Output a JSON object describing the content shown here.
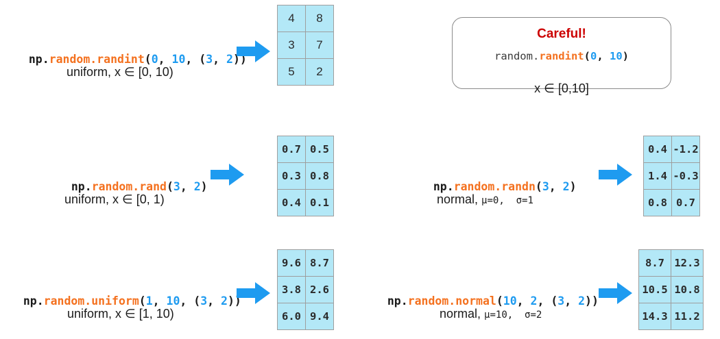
{
  "colors": {
    "module_orange": "#F4711F",
    "number_blue": "#1E9BF0",
    "arrow_blue": "#1E9BF0",
    "cell_fill": "#B3E8F7",
    "cell_border": "#9E9E9E",
    "careful_red": "#CC0000",
    "text_dark": "#1A1A1A"
  },
  "rows": [
    {
      "id": "randint",
      "code": {
        "np": "np.",
        "module": "random.",
        "fn": "randint",
        "open": "(",
        "args": [
          {
            "text": "0",
            "kind": "num"
          },
          {
            "text": ", ",
            "kind": "paren"
          },
          {
            "text": "10",
            "kind": "num"
          },
          {
            "text": ", ",
            "kind": "paren"
          },
          {
            "text": "(",
            "kind": "paren"
          },
          {
            "text": "3",
            "kind": "num"
          },
          {
            "text": ", ",
            "kind": "paren"
          },
          {
            "text": "2",
            "kind": "num"
          },
          {
            "text": ")",
            "kind": "paren"
          }
        ],
        "close": ")"
      },
      "caption": "uniform, x ∈ [0, 10)",
      "matrix": [
        [
          "4",
          "8"
        ],
        [
          "3",
          "7"
        ],
        [
          "5",
          "2"
        ]
      ],
      "arrow": "right-arrow"
    },
    {
      "id": "rand",
      "code": {
        "np": "np.",
        "module": "random.",
        "fn": "rand",
        "open": "(",
        "args": [
          {
            "text": "3",
            "kind": "num"
          },
          {
            "text": ", ",
            "kind": "paren"
          },
          {
            "text": "2",
            "kind": "num"
          }
        ],
        "close": ")"
      },
      "caption": "uniform, x ∈ [0, 1)",
      "matrix": [
        [
          "0.7",
          "0.5"
        ],
        [
          "0.3",
          "0.8"
        ],
        [
          "0.4",
          "0.1"
        ]
      ],
      "arrow": "right-arrow"
    },
    {
      "id": "randn",
      "code": {
        "np": "np.",
        "module": "random.",
        "fn": "randn",
        "open": "(",
        "args": [
          {
            "text": "3",
            "kind": "num"
          },
          {
            "text": ", ",
            "kind": "paren"
          },
          {
            "text": "2",
            "kind": "num"
          }
        ],
        "close": ")"
      },
      "caption_prefix": "normal, ",
      "caption_greek": "μ=0,  σ=1",
      "matrix": [
        [
          "0.4",
          "-1.2"
        ],
        [
          "1.4",
          "-0.3"
        ],
        [
          "0.8",
          "0.7"
        ]
      ],
      "arrow": "right-arrow"
    },
    {
      "id": "uniform",
      "code": {
        "np": "np.",
        "module": "random.",
        "fn": "uniform",
        "open": "(",
        "args": [
          {
            "text": "1",
            "kind": "num"
          },
          {
            "text": ", ",
            "kind": "paren"
          },
          {
            "text": "10",
            "kind": "num"
          },
          {
            "text": ", ",
            "kind": "paren"
          },
          {
            "text": "(",
            "kind": "paren"
          },
          {
            "text": "3",
            "kind": "num"
          },
          {
            "text": ", ",
            "kind": "paren"
          },
          {
            "text": "2",
            "kind": "num"
          },
          {
            "text": ")",
            "kind": "paren"
          }
        ],
        "close": ")"
      },
      "caption": "uniform, x ∈ [1, 10)",
      "matrix": [
        [
          "9.6",
          "8.7"
        ],
        [
          "3.8",
          "2.6"
        ],
        [
          "6.0",
          "9.4"
        ]
      ],
      "arrow": "right-arrow"
    },
    {
      "id": "normal",
      "code": {
        "np": "np.",
        "module": "random.",
        "fn": "normal",
        "open": "(",
        "args": [
          {
            "text": "10",
            "kind": "num"
          },
          {
            "text": ", ",
            "kind": "paren"
          },
          {
            "text": "2",
            "kind": "num"
          },
          {
            "text": ", ",
            "kind": "paren"
          },
          {
            "text": "(",
            "kind": "paren"
          },
          {
            "text": "3",
            "kind": "num"
          },
          {
            "text": ", ",
            "kind": "paren"
          },
          {
            "text": "2",
            "kind": "num"
          },
          {
            "text": ")",
            "kind": "paren"
          }
        ],
        "close": ")"
      },
      "caption_prefix": "normal, ",
      "caption_greek": "μ=10,  σ=2",
      "matrix": [
        [
          "8.7",
          "12.3"
        ],
        [
          "10.5",
          "10.8"
        ],
        [
          "14.3",
          "11.2"
        ]
      ],
      "arrow": "right-arrow"
    }
  ],
  "careful": {
    "title": "Careful!",
    "code_plain": "random.",
    "code_fn": "randint",
    "code_open": "(",
    "code_num1": "0",
    "code_sep": ", ",
    "code_num2": "10",
    "code_close": ")",
    "range": "x ∈ [0,10]"
  }
}
